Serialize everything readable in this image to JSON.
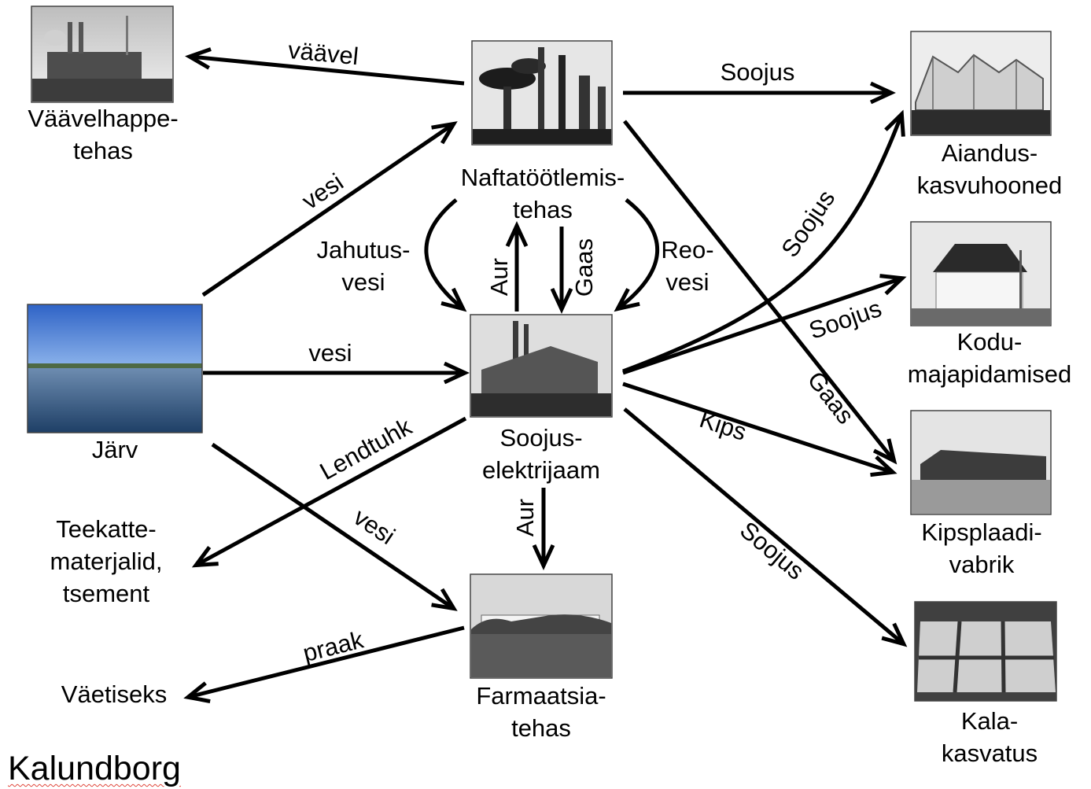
{
  "title": "Kalundborg",
  "nodes": {
    "sulfuric_acid_plant": [
      "Väävelhappe-",
      "tehas"
    ],
    "refinery": [
      "Naftatöötlemis-",
      "tehas"
    ],
    "greenhouses": [
      "Aiandus-",
      "kasvuhooned"
    ],
    "lake": [
      "Järv"
    ],
    "power_plant": [
      "Soojus-",
      "elektrijaam"
    ],
    "households": [
      "Kodu-",
      "majapidamised"
    ],
    "gypsum_factory": [
      "Kipsplaadi-",
      "vabrik"
    ],
    "road_materials": [
      "Teekatte-",
      "materjalid,",
      "tsement"
    ],
    "pharma_plant": [
      "Farmaatsia-",
      "tehas"
    ],
    "fertilizer": [
      "Väetiseks"
    ],
    "fish_farming": [
      "Kala-",
      "kasvatus"
    ]
  },
  "edges": [
    {
      "from": "refinery",
      "to": "sulfuric_acid_plant",
      "label": "väävel"
    },
    {
      "from": "refinery",
      "to": "greenhouses",
      "label": "Soojus"
    },
    {
      "from": "lake",
      "to": "refinery",
      "label": "vesi"
    },
    {
      "from": "refinery",
      "to": "power_plant",
      "label": [
        "Jahutus-",
        "vesi"
      ]
    },
    {
      "from": "power_plant",
      "to": "refinery",
      "label": "Aur"
    },
    {
      "from": "refinery",
      "to": "power_plant",
      "label": "Gaas"
    },
    {
      "from": "refinery",
      "to": "power_plant",
      "label": [
        "Reo-",
        "vesi"
      ]
    },
    {
      "from": "refinery",
      "to": "gypsum_factory",
      "label": "Gaas"
    },
    {
      "from": "lake",
      "to": "power_plant",
      "label": "vesi"
    },
    {
      "from": "power_plant",
      "to": "greenhouses",
      "label": "Soojus"
    },
    {
      "from": "power_plant",
      "to": "households",
      "label": "Soojus"
    },
    {
      "from": "power_plant",
      "to": "gypsum_factory",
      "label": "Kips"
    },
    {
      "from": "power_plant",
      "to": "fish_farming",
      "label": "Soojus"
    },
    {
      "from": "power_plant",
      "to": "road_materials",
      "label": "Lendtuhk"
    },
    {
      "from": "lake",
      "to": "pharma_plant",
      "label": "vesi"
    },
    {
      "from": "power_plant",
      "to": "pharma_plant",
      "label": "Aur"
    },
    {
      "from": "pharma_plant",
      "to": "fertilizer",
      "label": "praak"
    }
  ]
}
